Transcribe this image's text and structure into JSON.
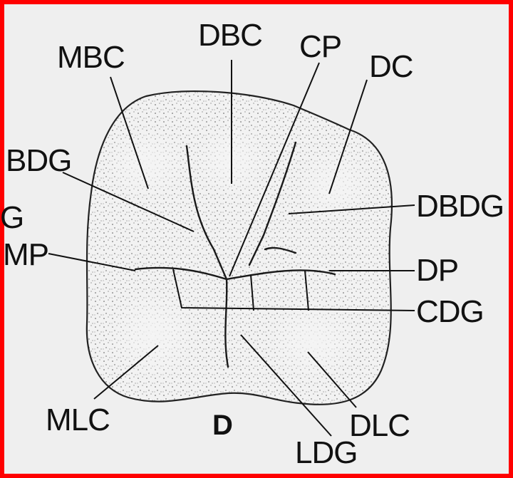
{
  "diagram": {
    "labels": {
      "mbc": "MBC",
      "dbc": "DBC",
      "cp": "CP",
      "dc": "DC",
      "bdg": "BDG",
      "g": "G",
      "mp": "MP",
      "dbdg": "DBDG",
      "dp": "DP",
      "cdg": "CDG",
      "mlc": "MLC",
      "d": "D",
      "ldg": "LDG",
      "dlc": "DLC"
    }
  },
  "colors": {
    "border": "#ff0000",
    "background": "#efefef",
    "ink": "#111111"
  }
}
